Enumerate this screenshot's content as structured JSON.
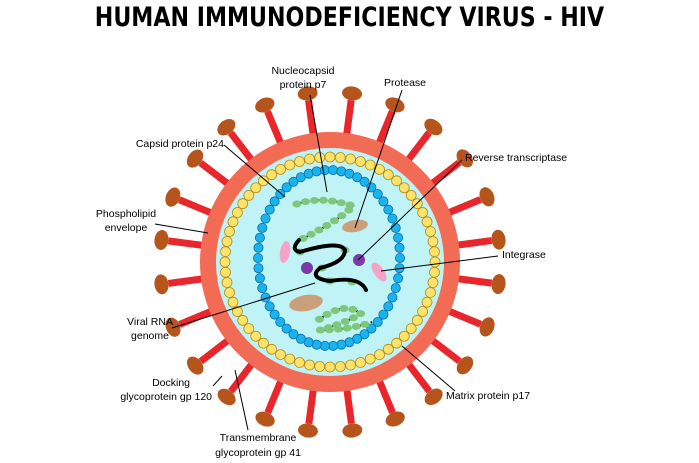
{
  "title": "HUMAN IMMUNODEFICIENCY VIRUS  -  HIV",
  "labels": {
    "nucleocapsid": [
      "Nucleocapsid",
      "protein p7"
    ],
    "protease": "Protease",
    "capsid": "Capsid protein p24",
    "reverse_transcriptase": "Reverse transcriptase",
    "phospholipid": [
      "Phospholipid",
      "envelope"
    ],
    "integrase": "Integrase",
    "viral_rna": [
      "Viral RNA",
      "genome"
    ],
    "docking": [
      "Docking",
      "glycoprotein gp 120"
    ],
    "matrix": "Matrix protein p17",
    "transmembrane": [
      "Transmembrane",
      "glycoprotein gp 41"
    ]
  },
  "colors": {
    "envelope": "#f26b55",
    "interior": "#bff3f5",
    "matrix_bead": "#fde36a",
    "capsid_bead": "#1bb3ee",
    "nucleocapsid": "#7fc77a",
    "spike_stalk": "#e8262b",
    "spike_knob": "#b5551c",
    "protease": "#c9a07a",
    "integrase": "#f6a3c8",
    "rt": "#7b3aa8"
  }
}
